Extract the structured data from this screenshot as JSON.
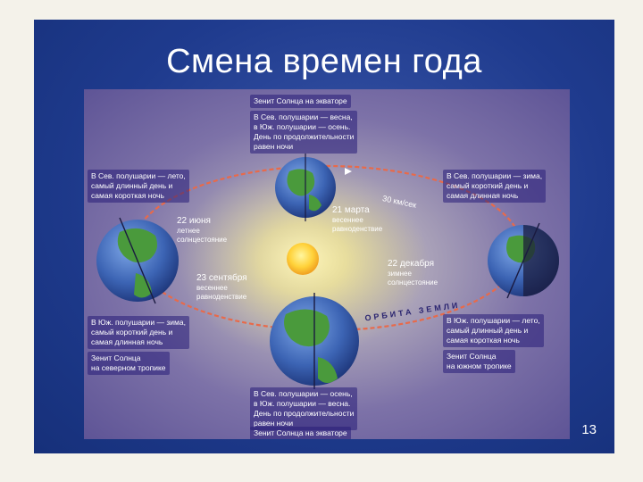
{
  "slide": {
    "title": "Смена времен года",
    "page_number": "13"
  },
  "diagram": {
    "top_caption": "Зенит Солнца на экваторе",
    "top_note": "В Сев. полушарии — весна,\nв Юж. полушарии — осень.\nДень по продолжительности\nравен ночи",
    "bottom_note": "В Сев. полушарии — осень,\nв Юж. полушарии — весна.\nДень по продолжительности\nравен ночи",
    "bottom_caption": "Зенит Солнца на экваторе",
    "left_top_note": "В Сев. полушарии — лето,\nсамый длинный день и\nсамая короткая ночь",
    "left_bottom_note": "В Юж. полушарии — зима,\nсамый короткий день и\nсамая длинная ночь",
    "left_zenith": "Зенит Солнца\nна северном тропике",
    "right_top_note": "В Сев. полушарии — зима,\nсамый короткий день и\nсамая длинная ночь",
    "right_bottom_note": "В Юж. полушарии — лето,\nсамый длинный день и\nсамая короткая ночь",
    "right_zenith": "Зенит Солнца\nна южном тропике",
    "june_date": "22 июня",
    "june_label": "летнее\nсолнцестояние",
    "march_date": "21 марта",
    "march_label": "весеннее\nравноденствие",
    "september_date": "23 сентября",
    "september_label": "весеннее\nравноденствие",
    "december_date": "22 декабря",
    "december_label": "зимнее\nсолнцестояние",
    "speed": "30 км/сек",
    "orbit_label": "ОРБИТА ЗЕМЛИ"
  },
  "colors": {
    "slide_bg": "#1f3b8e",
    "ocean": "#3c64b4",
    "land": "#4a9a3c",
    "sun": "#ffd23a",
    "orbit": "#e86a4a"
  }
}
